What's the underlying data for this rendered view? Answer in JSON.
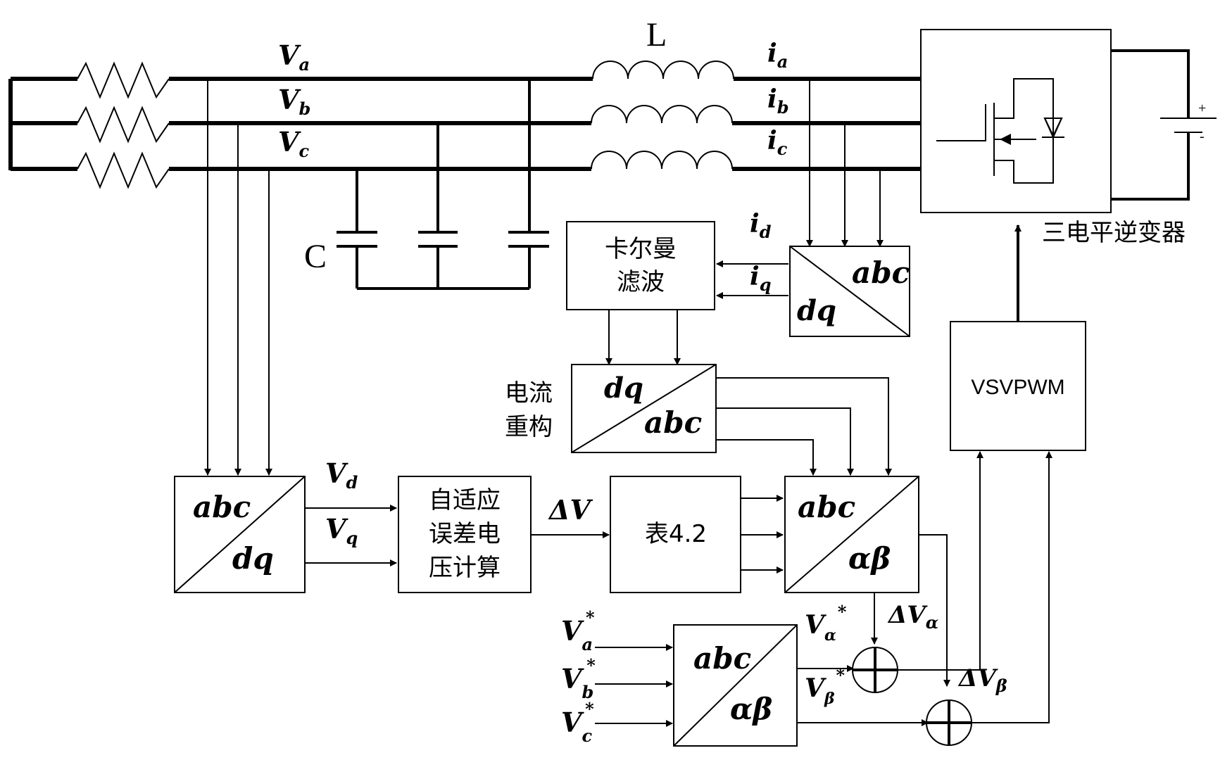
{
  "grid": {
    "phase_a": {
      "base": "V",
      "sub": "a"
    },
    "phase_b": {
      "base": "V",
      "sub": "b"
    },
    "phase_c": {
      "base": "V",
      "sub": "c"
    },
    "inductor_label": "L",
    "capacitor_label": "C",
    "current_a": {
      "base": "i",
      "sub": "a"
    },
    "current_b": {
      "base": "i",
      "sub": "b"
    },
    "current_c": {
      "base": "i",
      "sub": "c"
    }
  },
  "inverter": {
    "label": "三电平逆变器",
    "battery_plus": "+",
    "battery_minus": "-"
  },
  "blocks": {
    "kalman": {
      "line1": "卡尔曼",
      "line2": "滤波"
    },
    "abc_dq_current": {
      "top": "abc",
      "bottom": "dq"
    },
    "reconstruct": {
      "top": "dq",
      "bottom": "abc",
      "label_line1": "电流",
      "label_line2": "重构"
    },
    "abc_dq_voltage": {
      "top": "abc",
      "bottom": "dq"
    },
    "adaptive": {
      "line1": "自适应",
      "line2": "误差电",
      "line3": "压计算"
    },
    "table": {
      "label": "表4.2"
    },
    "abc_ab_upper": {
      "top": "abc",
      "bottom": "αβ"
    },
    "abc_ab_lower": {
      "top": "abc",
      "bottom": "αβ"
    },
    "vsvpwm": {
      "label": "VSVPWM"
    }
  },
  "signals": {
    "id": {
      "base": "i",
      "sub": "d"
    },
    "iq": {
      "base": "i",
      "sub": "q"
    },
    "vd": {
      "base": "V",
      "sub": "d"
    },
    "vq": {
      "base": "V",
      "sub": "q"
    },
    "delta_v": "ΔV",
    "delta_v_alpha": {
      "base": "ΔV",
      "sub": "α"
    },
    "delta_v_beta": {
      "base": "ΔV",
      "sub": "β"
    },
    "va_ref": {
      "base": "V",
      "sub": "a",
      "sup": "*"
    },
    "vb_ref": {
      "base": "V",
      "sub": "b",
      "sup": "*"
    },
    "vc_ref": {
      "base": "V",
      "sub": "c",
      "sup": "*"
    },
    "valpha_ref": {
      "base": "V",
      "sub": "α",
      "sup": "*"
    },
    "vbeta_ref": {
      "base": "V",
      "sub": "β",
      "sup": "*"
    }
  }
}
